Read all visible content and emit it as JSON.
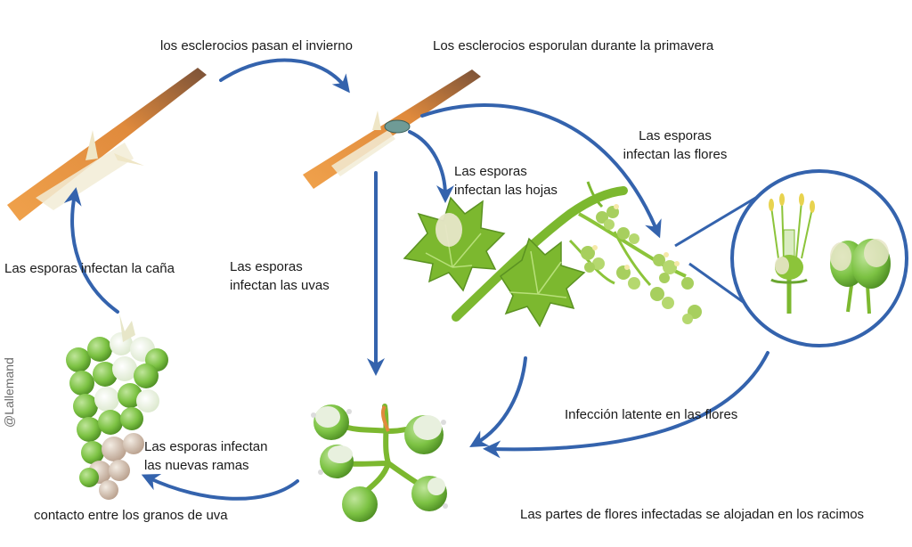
{
  "labels": {
    "sclerotia_overwinter": "los esclerocios pasan el invierno",
    "sclerotia_sporulate": "Los esclerocios esporulan durante la primavera",
    "spores_flowers_line1": "Las esporas",
    "spores_flowers_line2": "infectan las flores",
    "spores_leaves_line1": "Las esporas",
    "spores_leaves_line2": "infectan las hojas",
    "spores_cane": "Las esporas infectan la caña",
    "spores_grapes_line1": "Las esporas",
    "spores_grapes_line2": "infectan las uvas",
    "latent_infection": "Infección latente en las flores",
    "new_shoots_line1": "Las esporas infectan",
    "new_shoots_line2": "las nuevas ramas",
    "berry_contact": "contacto entre los granos de uva",
    "flower_parts_lodged": "Las partes de flores infectadas se alojadan en los racimos"
  },
  "credit": "@Lallemand",
  "colors": {
    "arrow": "#3463ad",
    "leaf": "#7cb82f",
    "cane": "#d9863a",
    "berry": "#7cc243",
    "spore": "#e7e6c8"
  }
}
